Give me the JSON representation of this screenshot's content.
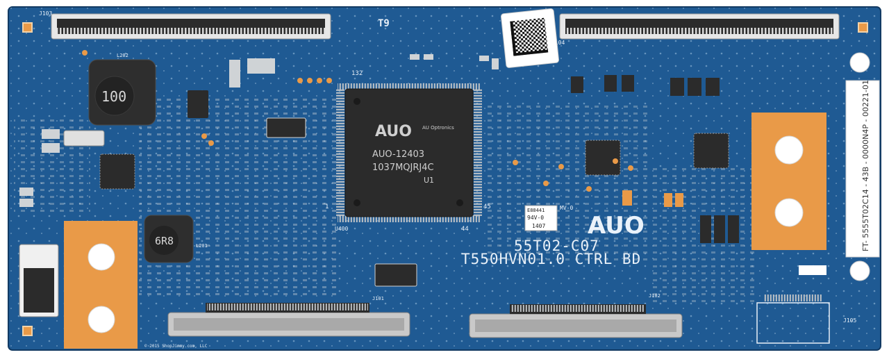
{
  "board": {
    "model_line1": "55T02-C07",
    "model_line2": "T550HVN01.0 CTRL BD",
    "side_label": "FT- 5555T02C14 - 43B - 0000N4P - 00221-01",
    "test_point": "T9",
    "copyright": "© 2015 ShopJimmy.com, LLC"
  },
  "main_chip": {
    "brand": "AUO",
    "subtitle": "AU Optronics",
    "part": "AUO-12403",
    "lot": "1037MQJRJ4C",
    "ref": "U1",
    "pin_a": "132",
    "pin_b": "1",
    "pin_c": "44",
    "pin_d": "45",
    "silk_ref": "U400"
  },
  "logo": {
    "text": "AUO"
  },
  "ul_label": {
    "line1": "E88441",
    "line2": "94V-0",
    "line3": "1407",
    "mark": "MV-0"
  },
  "inductors": [
    {
      "value": "100",
      "ref": "L202"
    },
    {
      "value": "6R8",
      "ref": "L201"
    }
  ],
  "connectors": {
    "top_left": "J103",
    "top_right": "J104",
    "bottom_left": "J101",
    "bottom_mid": "J102",
    "bottom_right": "J105"
  },
  "colors": {
    "pcb": "#1f5a93",
    "pcb_dark": "#173f6b",
    "copper": "#e99a48",
    "chip": "#2b2b2b",
    "silk": "#e8f0f8"
  }
}
